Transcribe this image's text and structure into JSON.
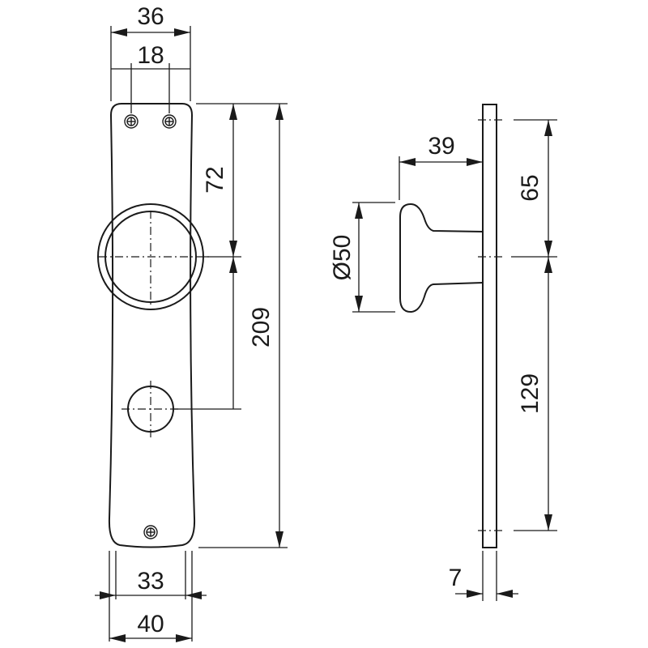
{
  "drawing": {
    "front_view": {
      "width_top": "36",
      "screw_spacing": "18",
      "knob_to_top_screw": "72",
      "total_height": "209",
      "width_bottom_inner": "33",
      "width_bottom": "40"
    },
    "side_view": {
      "knob_projection": "39",
      "knob_diameter": "Ø50",
      "top_to_knob_axis": "65",
      "knob_axis_to_bottom": "129",
      "plate_thickness": "7"
    },
    "colors": {
      "line": "#1a1a1a",
      "background": "#ffffff"
    }
  }
}
